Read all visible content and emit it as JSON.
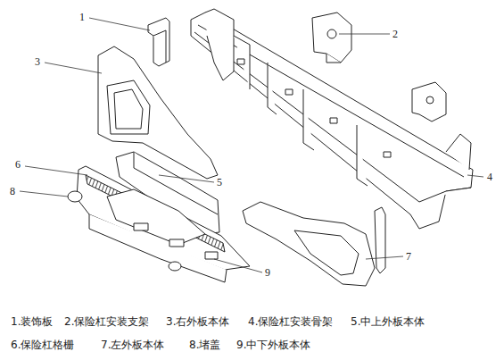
{
  "diagram": {
    "labels": [
      "1",
      "2",
      "3",
      "4",
      "5",
      "6",
      "7",
      "8",
      "9",
      "1.装饰板",
      "2.保险杠安装支架",
      "3.右外板本体",
      "4.保险杠安装骨架",
      "5.中上外板本体",
      "6.保险杠格栅",
      "7.左外板本体",
      "8.堵盖",
      "9.中下外板本体"
    ]
  }
}
